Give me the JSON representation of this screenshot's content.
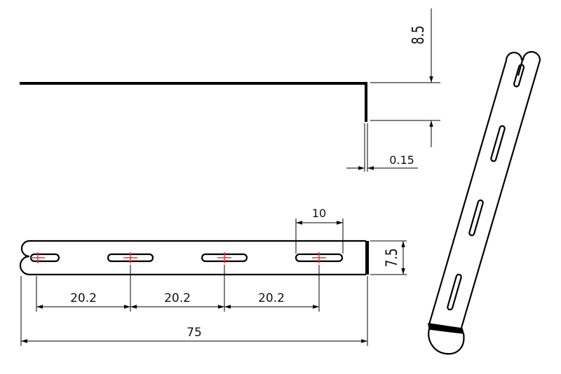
{
  "colors": {
    "line": "#000000",
    "center_mark": "#e53935",
    "background": "#ffffff"
  },
  "dimensions": {
    "flange_height": "8.5",
    "thickness": "0.15",
    "slot_length": "10",
    "width": "7.5",
    "pitch_1": "20.2",
    "pitch_2": "20.2",
    "pitch_3": "20.2",
    "overall_length": "75"
  }
}
